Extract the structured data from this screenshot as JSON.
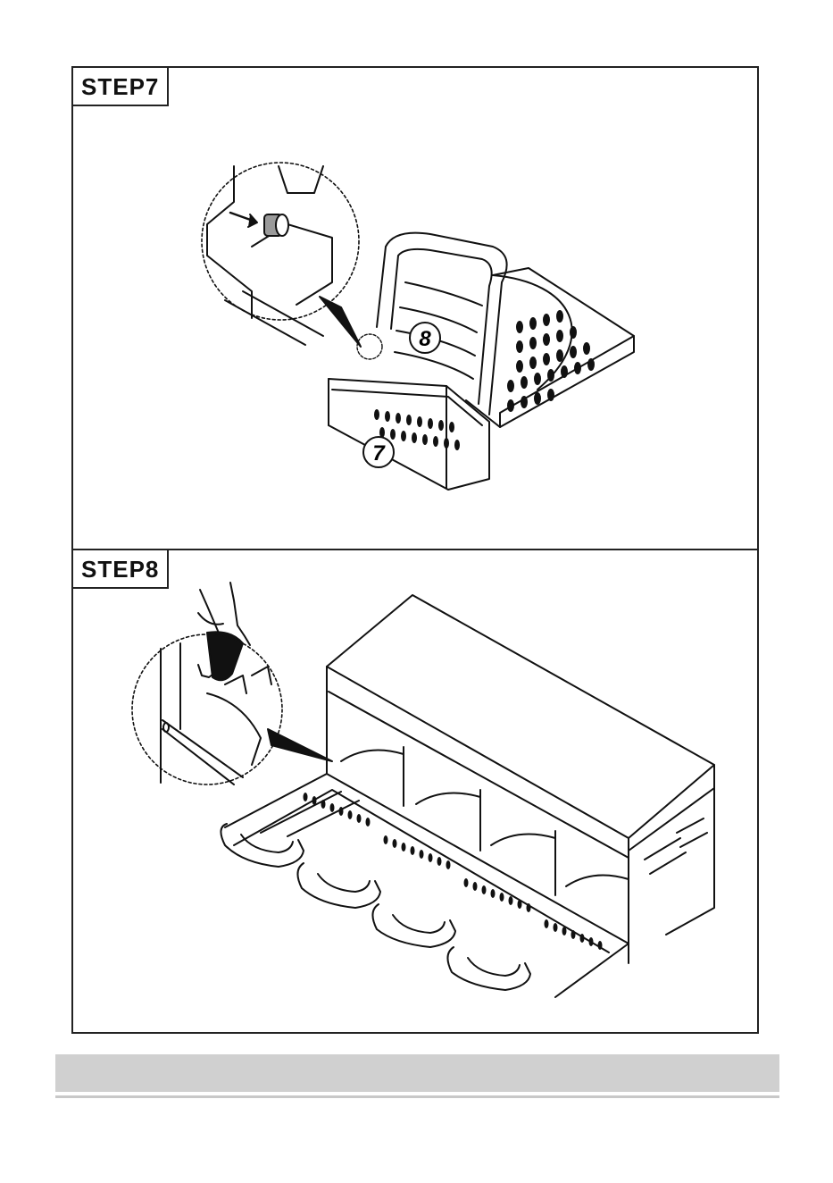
{
  "steps": [
    {
      "label": "STEP7",
      "callouts": [
        "8",
        "7"
      ]
    },
    {
      "label": "STEP8"
    }
  ]
}
